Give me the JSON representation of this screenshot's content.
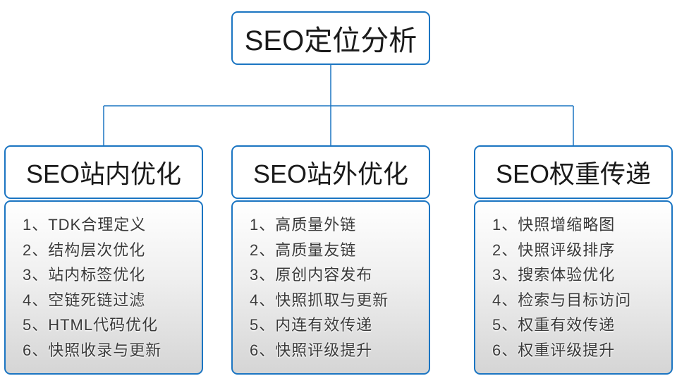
{
  "colors": {
    "accent": "#1b75c2"
  },
  "root": {
    "label": "SEO定位分析"
  },
  "branches": [
    {
      "title": "SEO站内优化",
      "items": [
        "1、TDK合理定义",
        "2、结构层次优化",
        "3、站内标签优化",
        "4、空链死链过滤",
        "5、HTML代码优化",
        "6、快照收录与更新"
      ]
    },
    {
      "title": "SEO站外优化",
      "items": [
        "1、高质量外链",
        "2、高质量友链",
        "3、原创内容发布",
        "4、快照抓取与更新",
        "5、内连有效传递",
        "6、快照评级提升"
      ]
    },
    {
      "title": "SEO权重传递",
      "items": [
        "1、快照增缩略图",
        "2、快照评级排序",
        "3、搜索体验优化",
        "4、检索与目标访问",
        "5、权重有效传递",
        "6、权重评级提升"
      ]
    }
  ]
}
